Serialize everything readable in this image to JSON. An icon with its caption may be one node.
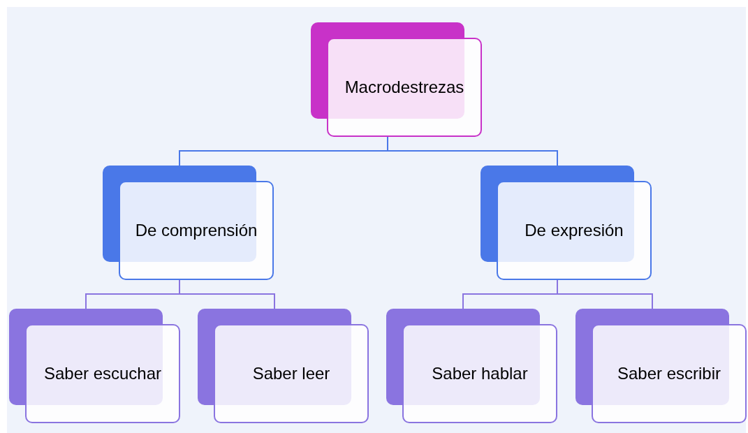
{
  "diagram": {
    "nodes": [
      {
        "text": [
          "Macrodestrezas"
        ]
      },
      {
        "text": [
          "De comprensión"
        ]
      },
      {
        "text": [
          "De expresión"
        ]
      },
      {
        "text": [
          "Saber escuchar"
        ]
      },
      {
        "text": [
          "Saber leer"
        ]
      },
      {
        "text": [
          "Saber hablar"
        ]
      },
      {
        "text": [
          "Saber escribir"
        ]
      }
    ],
    "edges": [
      {
        "from": 0,
        "to": 1,
        "arrow": "none",
        "color": "#4a78e8"
      },
      {
        "from": 0,
        "to": 2,
        "arrow": "none",
        "color": "#4a78e8"
      },
      {
        "from": 1,
        "to": 3,
        "arrow": "none"
      },
      {
        "from": 1,
        "to": 4,
        "arrow": "none"
      },
      {
        "from": 2,
        "to": 5,
        "arrow": "none"
      },
      {
        "from": 2,
        "to": 6,
        "arrow": "none"
      }
    ]
  }
}
